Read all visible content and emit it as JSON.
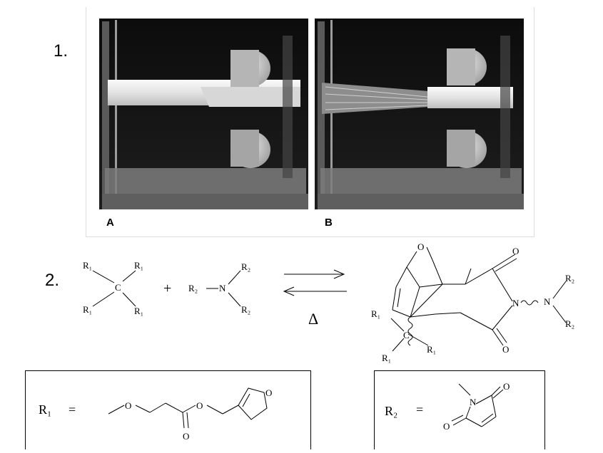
{
  "labels": {
    "step1": "1.",
    "step2": "2.",
    "panel_a": "A",
    "panel_b": "B",
    "plus": "+",
    "delta": "Δ"
  },
  "reactant1": {
    "center": "C",
    "substituent": "R₁"
  },
  "reactant2": {
    "center": "N",
    "substituent": "R₂"
  },
  "product": {
    "oxygen": "O",
    "nitrogen": "N",
    "carbon": "C",
    "substituent1": "R₁",
    "substituent2": "R₂"
  },
  "definitions": {
    "r1": {
      "symbol": "R₁",
      "equals": "=",
      "ester_oxygen": "O"
    },
    "r2": {
      "symbol": "R₂",
      "equals": "=",
      "ring_nitrogen": "N",
      "carbonyl_oxygen": "O"
    }
  }
}
